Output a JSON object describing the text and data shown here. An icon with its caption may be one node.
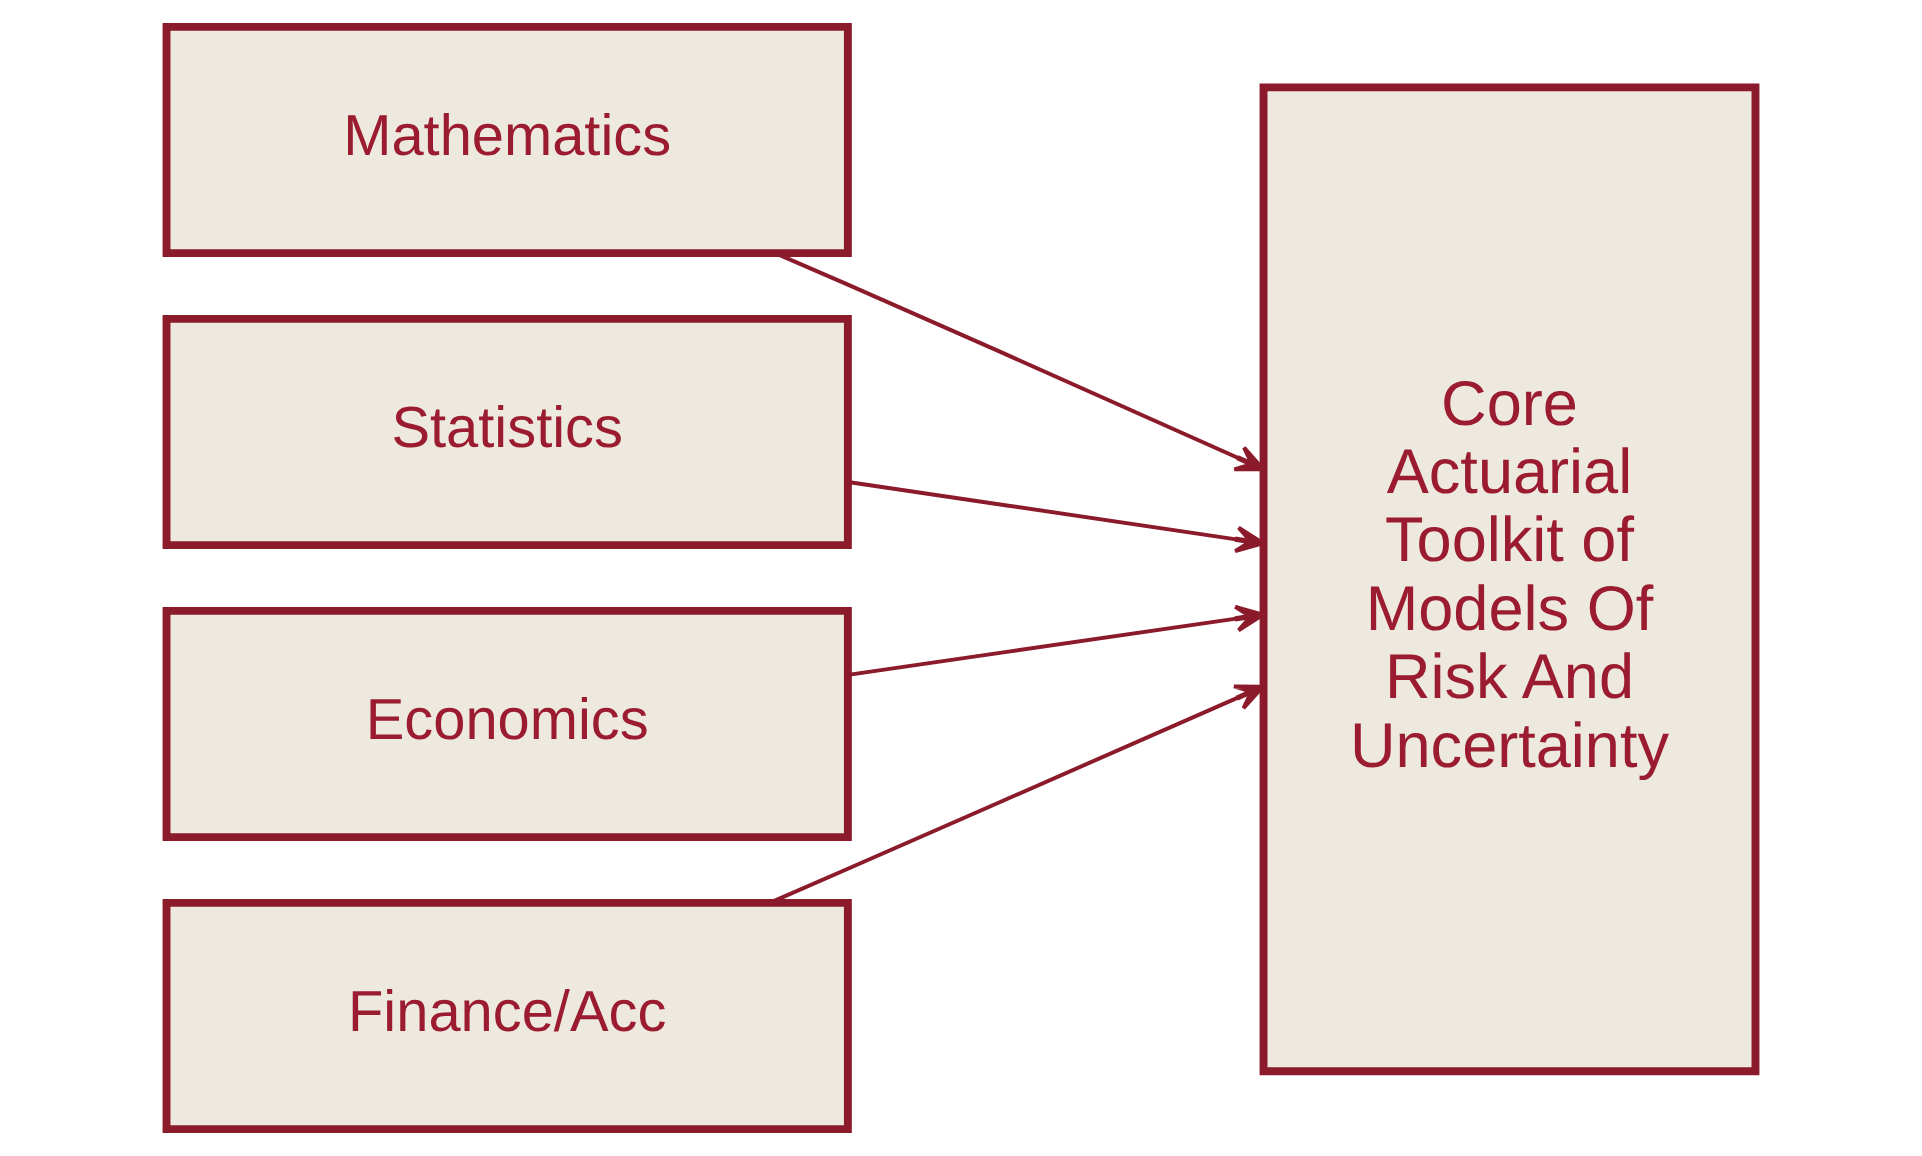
{
  "diagram": {
    "nodes": [
      {
        "text": [
          "Mathematics"
        ]
      },
      {
        "text": [
          "Statistics"
        ]
      },
      {
        "text": [
          "Economics"
        ]
      },
      {
        "text": [
          "Finance/Acc"
        ]
      },
      {
        "text": [
          "Core Actuarial Toolkit of Models Of Risk And Uncertainty"
        ]
      }
    ],
    "edges": [
      {
        "from": 0,
        "to": 4,
        "arrow": "to"
      },
      {
        "from": 1,
        "to": 4,
        "arrow": "to"
      },
      {
        "from": 2,
        "to": 4,
        "arrow": "to"
      },
      {
        "from": 3,
        "to": 4,
        "arrow": "to"
      }
    ]
  }
}
